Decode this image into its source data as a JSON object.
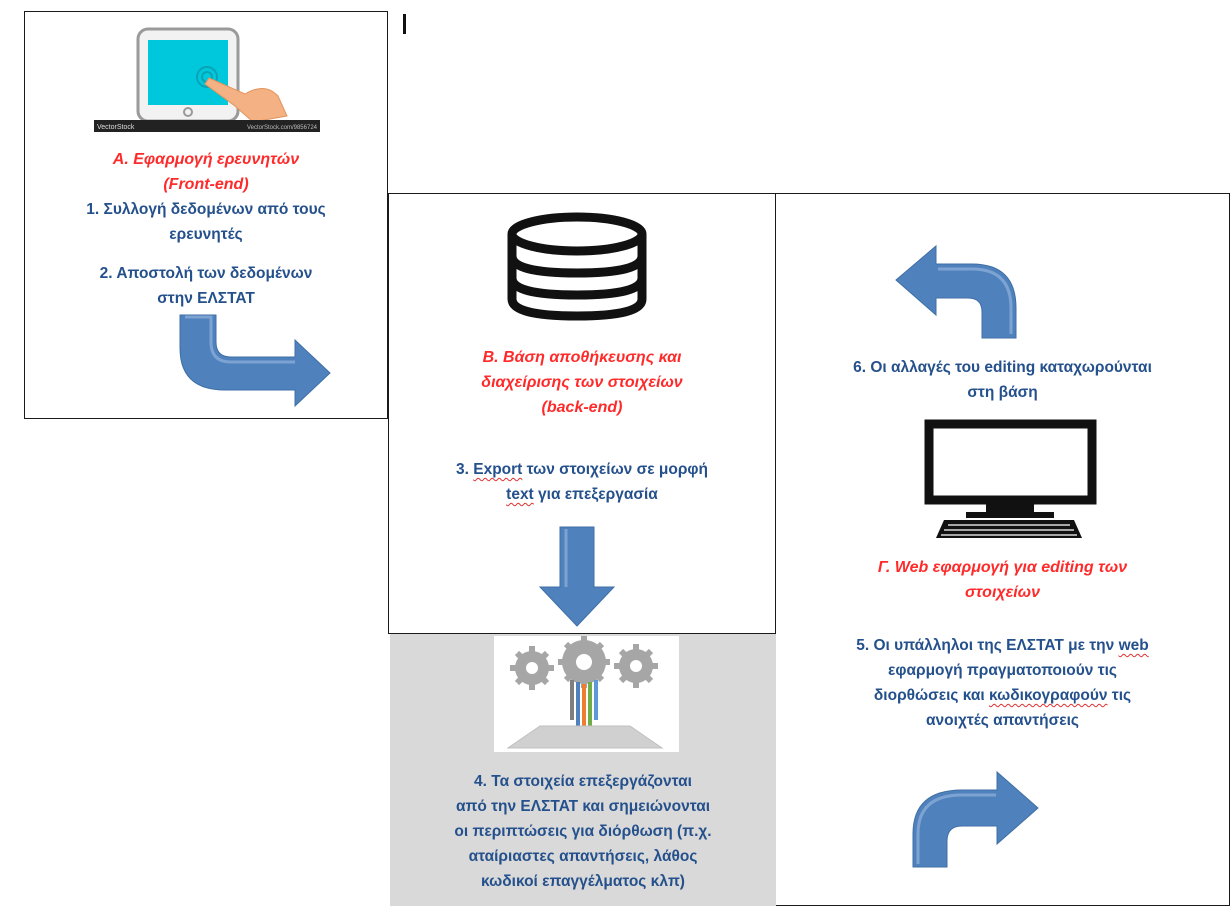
{
  "panel_a": {
    "title": "Α. Εφαρμογή ερευνητών",
    "subtitle": "(Front-end)",
    "step1_line1": "1. Συλλογή δεδομένων από τους",
    "step1_line2": "ερευνητές",
    "step2_line1": "2. Αποστολή των δεδομένων",
    "step2_line2": "στην ΕΛΣΤΑΤ",
    "tablet_brand": "VectorStock",
    "tablet_url": "VectorStock.com/9856724"
  },
  "panel_b": {
    "title_line1": "Β. Βάση  αποθήκευσης και",
    "title_line2": "διαχείρισης των στοιχείων",
    "title_line3": "(back-end)",
    "step3_pre": "3. ",
    "step3_export": "Export",
    "step3_line1_rest": " των στοιχείων σε μορφή",
    "step3_text": "text",
    "step3_line2_rest": " για επεξεργασία"
  },
  "panel_c": {
    "step6_line1": "6. Οι αλλαγές του editing καταχωρούνται",
    "step6_line2": "στη βάση",
    "title_line1": "Γ. Web εφαρμογή για editing των",
    "title_line2": "στοιχείων",
    "step5_line1_pre": "5. Οι υπάλληλοι της ΕΛΣΤΑΤ με την ",
    "step5_web": "web",
    "step5_line2": "εφαρμογή πραγματοποιούν τις",
    "step5_line3_pre": "διορθώσεις και ",
    "step5_code": "κωδικογραφούν",
    "step5_line3_post": " τις",
    "step5_line4": "ανοιχτές απαντήσεις"
  },
  "panel_d": {
    "step4_line1": "4. Τα στοιχεία επεξεργάζονται",
    "step4_line2": "από την ΕΛΣΤΑΤ και σημειώνονται",
    "step4_line3": "οι περιπτώσεις για διόρθωση (π.χ.",
    "step4_line4": "αταίριαστες απαντήσεις, λάθος",
    "step4_line5": "κωδικοί επαγγέλματος κλπ)"
  },
  "colors": {
    "title_red": "#ff2a2a",
    "text_blue": "#24508c",
    "arrow_blue": "#4f81bd",
    "panel_gray": "#d9d9d9",
    "tablet_screen": "#00c8dc"
  },
  "icons": {
    "tablet": "tablet-touch-icon",
    "database": "database-icon",
    "computer": "desktop-computer-icon",
    "gears": "gears-process-icon",
    "arrow_down_right": "curved-arrow-down-right-icon",
    "arrow_down": "arrow-down-icon",
    "arrow_up_left": "curved-arrow-up-left-icon",
    "arrow_up_right": "curved-arrow-up-right-icon"
  }
}
